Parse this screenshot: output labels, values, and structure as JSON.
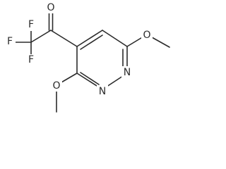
{
  "molecule": {
    "atoms": {
      "oxygen_carbonyl": "O",
      "fluorine_top": "F",
      "fluorine_left": "F",
      "fluorine_bottom": "F",
      "nitrogen_right": "N",
      "nitrogen_left": "N",
      "oxygen_methoxy_right": "O",
      "oxygen_methoxy_bottom": "O"
    }
  }
}
